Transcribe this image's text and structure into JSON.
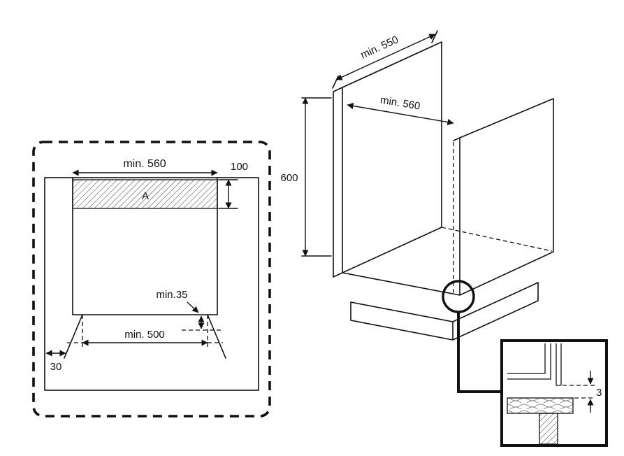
{
  "style": {
    "ink": "#111111",
    "background": "#ffffff"
  },
  "diagram": {
    "front_view": {
      "width_top": "min. 560",
      "strip_height": "100",
      "area_label": "A",
      "rear_gap": "min.35",
      "width_bottom": "min. 500",
      "side_gap": "30"
    },
    "iso_view": {
      "depth": "min. 550",
      "width": "min. 560",
      "height": "600"
    },
    "detail_view": {
      "gap": "3"
    }
  }
}
